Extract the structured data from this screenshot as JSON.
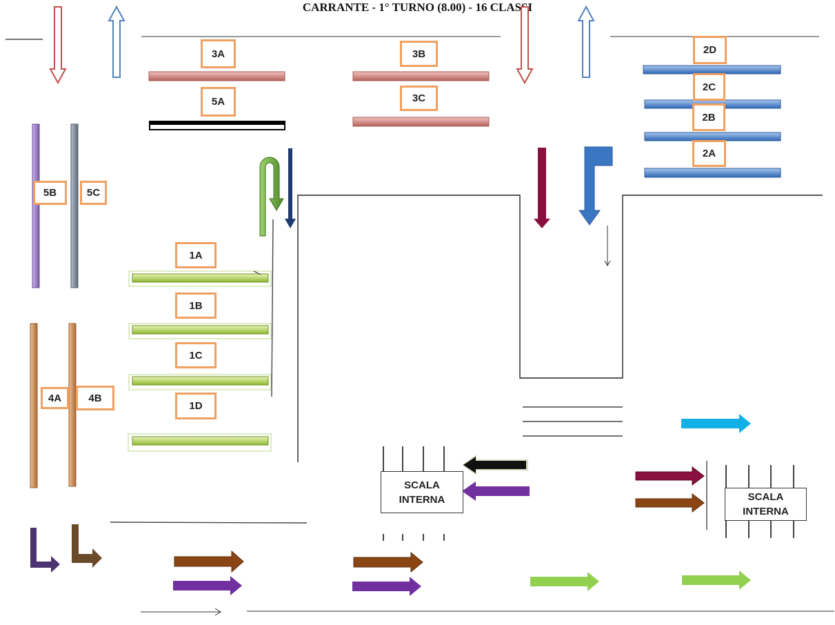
{
  "title": "CARRANTE - 1° TURNO (8.00)   -  16 CLASSI",
  "classes": {
    "c3A": "3A",
    "c5A": "5A",
    "c3B": "3B",
    "c3C": "3C",
    "c2D": "2D",
    "c2C": "2C",
    "c2B": "2B",
    "c2A": "2A",
    "c5B": "5B",
    "c5C": "5C",
    "c1A": "1A",
    "c1B": "1B",
    "c1C": "1C",
    "c1D": "1D",
    "c4A": "4A",
    "c4B": "4B"
  },
  "stairs": {
    "left": {
      "line1": "SCALA",
      "line2": "INTERNA"
    },
    "right": {
      "line1": "SCALA",
      "line2": "INTERNA"
    }
  },
  "colors": {
    "label_border": "#f0a060",
    "desk_salmon": "#d98a86",
    "desk_blue": "#4f86cc",
    "desk_green": "#b8d65a",
    "desk_purple": "#9a7cc6",
    "desk_grey": "#7f8a99",
    "desk_tan": "#c98a55",
    "arrow_red_outline": "#c0504d",
    "arrow_blue_outline": "#4f81bd",
    "arrow_green": "#6b9e3c",
    "arrow_navy": "#1f3a6e",
    "arrow_crimson": "#8a1040",
    "arrow_blue": "#3b76c2",
    "arrow_cyan": "#12b0e6",
    "arrow_brown": "#8b4513",
    "arrow_purple": "#7030a0",
    "arrow_lightgreen": "#92d050",
    "arrow_black": "#111111",
    "arrow_darkpurple": "#4b3270",
    "arrow_darkbrown": "#6b4a2a"
  }
}
